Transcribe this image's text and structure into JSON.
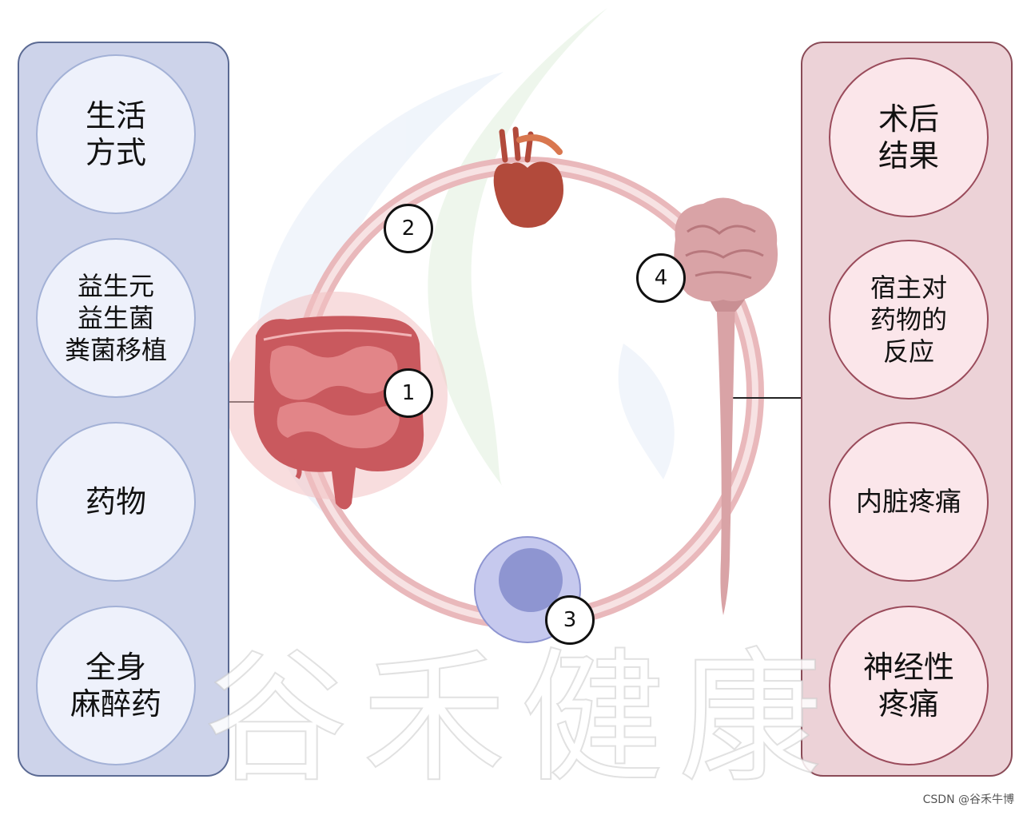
{
  "left_panel": {
    "items": [
      {
        "text": "生活\n方式"
      },
      {
        "text": "益生元\n益生菌\n粪菌移植"
      },
      {
        "text": "药物"
      },
      {
        "text": "全身\n麻醉药"
      }
    ]
  },
  "right_panel": {
    "items": [
      {
        "text": "术后\n结果"
      },
      {
        "text": "宿主对\n药物的\n反应"
      },
      {
        "text": "内脏疼痛"
      },
      {
        "text": "神经性\n疼痛"
      }
    ]
  },
  "cycle": {
    "markers": [
      "1",
      "2",
      "3",
      "4"
    ],
    "icons": [
      "intestine-icon",
      "heart-icon",
      "immune-cell-icon",
      "brain-spinal-cord-icon"
    ]
  },
  "watermark": "谷禾健康",
  "credit": "CSDN @谷禾牛博",
  "colors": {
    "left_panel": "#cdd3ea",
    "right_panel": "#ecd2d7",
    "ring": "#e9b8bb",
    "intestine": "#c9595e",
    "heart": "#b24a3b",
    "brain": "#d9a3a6",
    "cell": "#8e95d1"
  }
}
